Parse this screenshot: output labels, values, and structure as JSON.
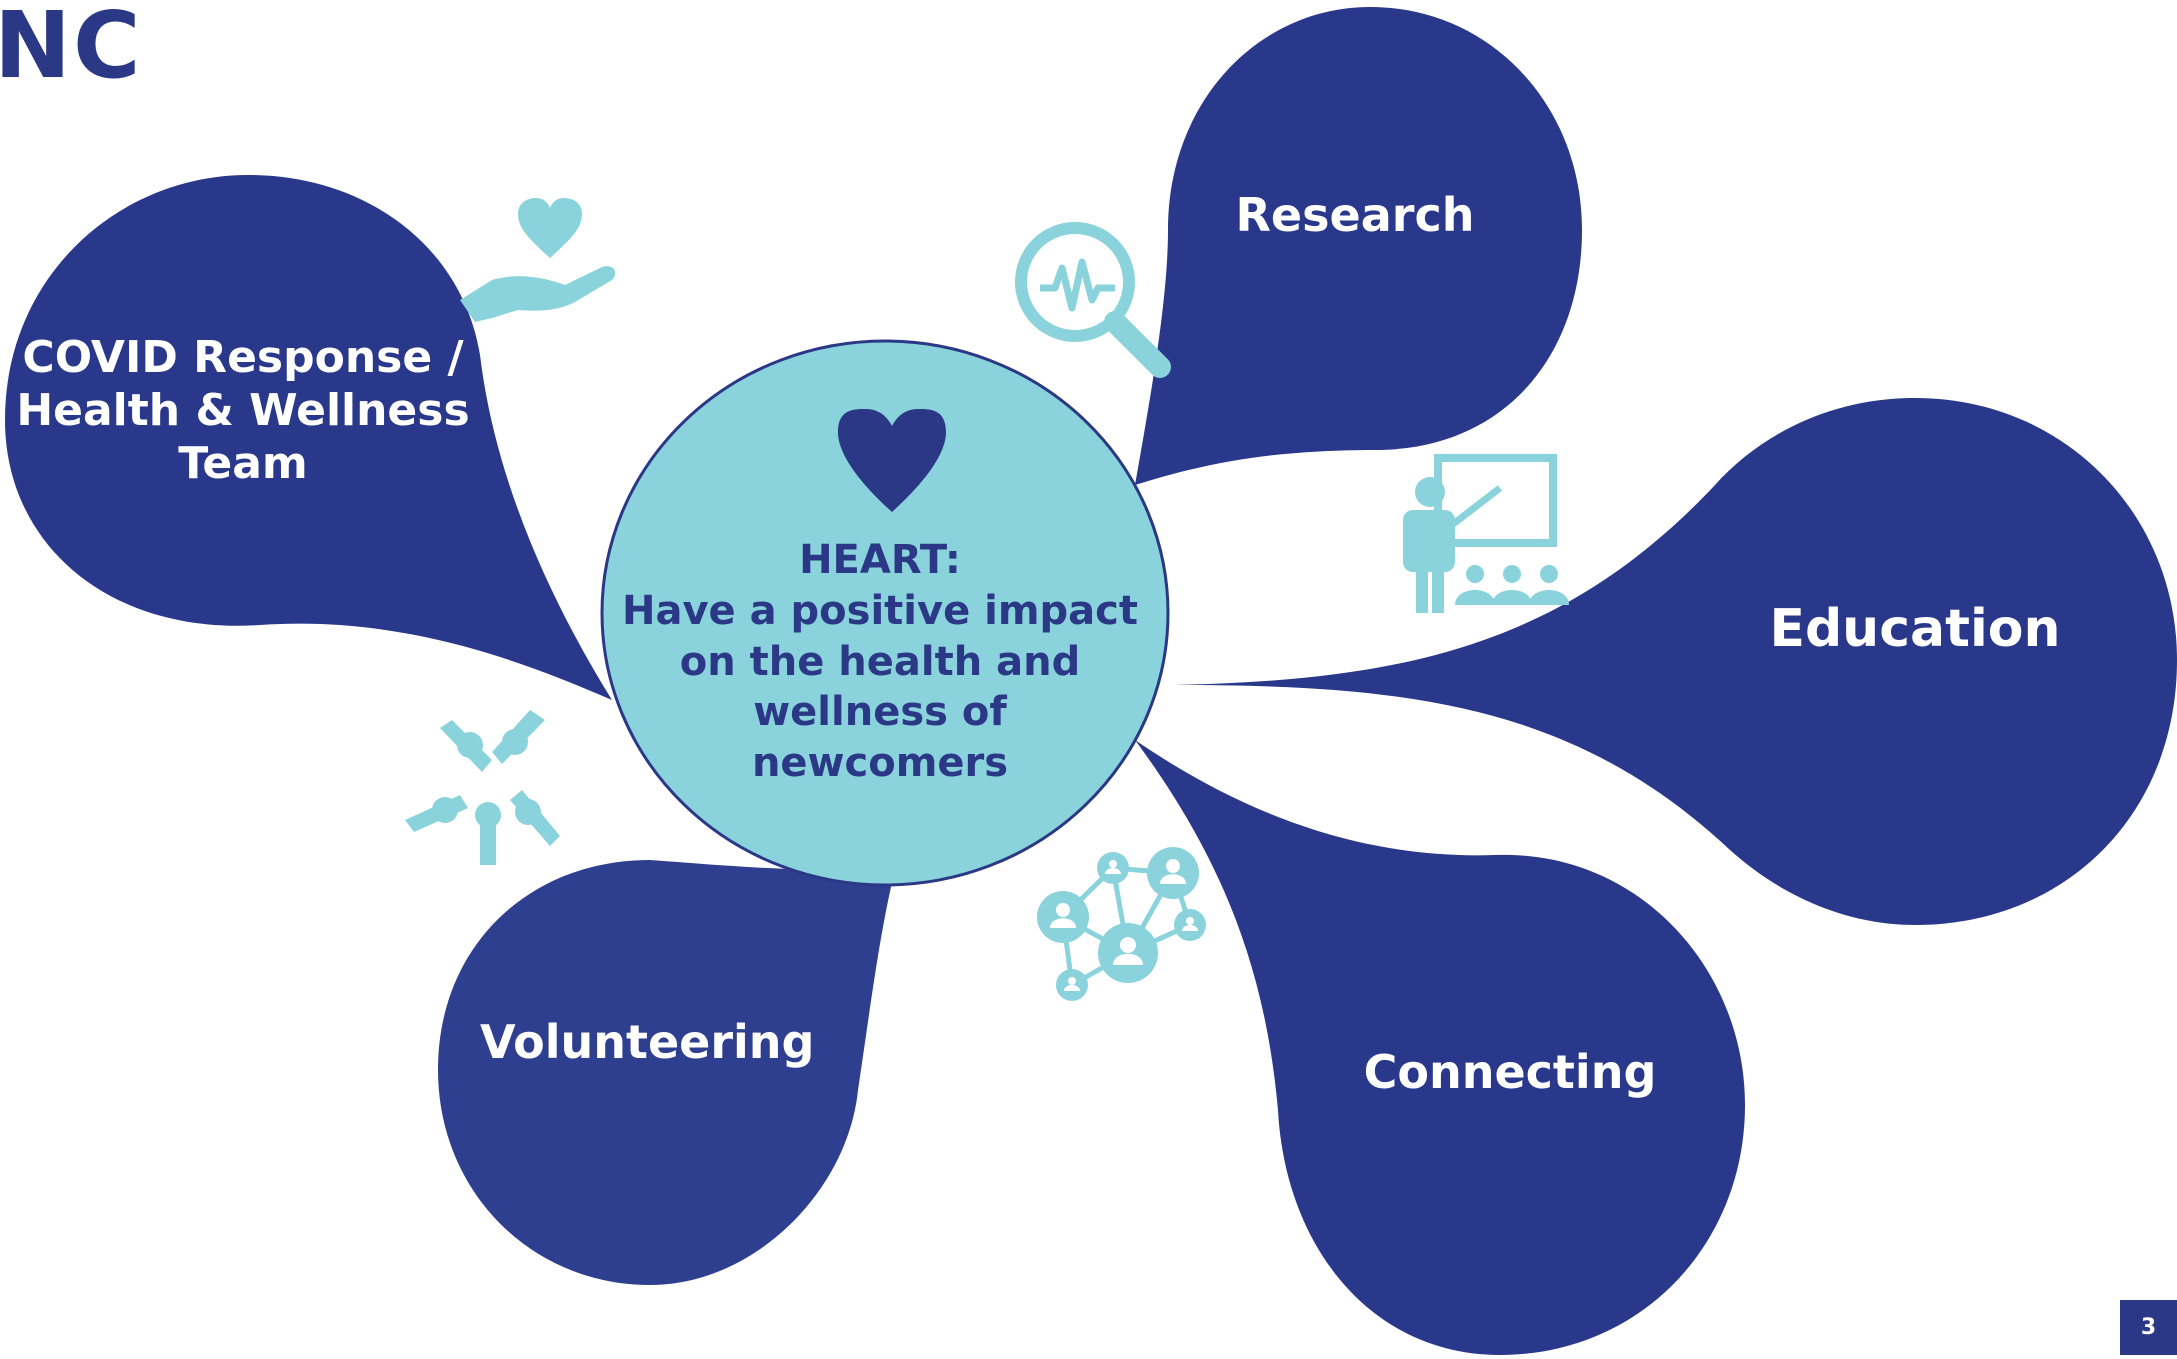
{
  "header": {
    "org_fragment": "NC"
  },
  "center": {
    "title": "HEART:",
    "lines": [
      "Have a positive impact",
      "on the health and",
      "wellness of newcomers"
    ],
    "icon": "heart-icon"
  },
  "petals": {
    "covid": {
      "lines": [
        "COVID Response /",
        "Health & Wellness",
        "Team"
      ],
      "icon": "hand-heart-icon"
    },
    "research": {
      "label": "Research",
      "icon": "magnifier-pulse-icon"
    },
    "education": {
      "label": "Education",
      "icon": "presentation-board-icon"
    },
    "connecting": {
      "label": "Connecting",
      "icon": "people-network-icon"
    },
    "volunteering": {
      "label": "Volunteering",
      "icon": "helping-hands-icon"
    }
  },
  "footer": {
    "page_number": "3"
  },
  "colors": {
    "navy": "#2a3886",
    "petal_navy": "#29388a",
    "teal": "#8bd3dc",
    "text_white": "#ffffff"
  }
}
